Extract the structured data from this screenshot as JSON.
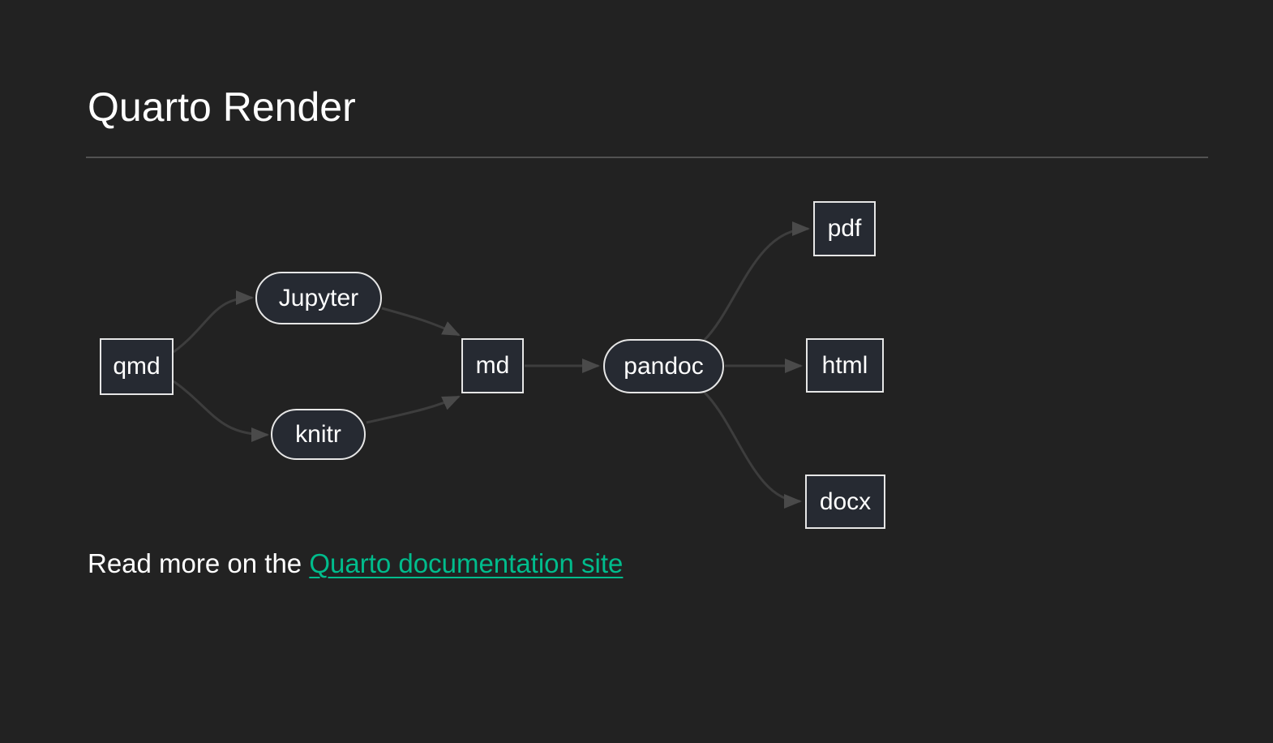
{
  "page": {
    "title": "Quarto Render"
  },
  "diagram": {
    "type": "flowchart-left-to-right",
    "nodes": [
      {
        "id": "qmd",
        "label": "qmd",
        "shape": "rect"
      },
      {
        "id": "jupyter",
        "label": "Jupyter",
        "shape": "stadium"
      },
      {
        "id": "knitr",
        "label": "knitr",
        "shape": "stadium"
      },
      {
        "id": "md",
        "label": "md",
        "shape": "rect"
      },
      {
        "id": "pandoc",
        "label": "pandoc",
        "shape": "stadium"
      },
      {
        "id": "pdf",
        "label": "pdf",
        "shape": "rect"
      },
      {
        "id": "html",
        "label": "html",
        "shape": "rect"
      },
      {
        "id": "docx",
        "label": "docx",
        "shape": "rect"
      }
    ],
    "edges": [
      {
        "from": "qmd",
        "to": "jupyter"
      },
      {
        "from": "qmd",
        "to": "knitr"
      },
      {
        "from": "jupyter",
        "to": "md"
      },
      {
        "from": "knitr",
        "to": "md"
      },
      {
        "from": "md",
        "to": "pandoc"
      },
      {
        "from": "pandoc",
        "to": "pdf"
      },
      {
        "from": "pandoc",
        "to": "html"
      },
      {
        "from": "pandoc",
        "to": "docx"
      }
    ]
  },
  "footer": {
    "prefix": "Read more on the ",
    "link_text": "Quarto documentation site"
  },
  "colors": {
    "background": "#222222",
    "text": "#ffffff",
    "link_accent": "#00bc8c",
    "node_fill": "#262a32",
    "node_border": "#e6e6e6",
    "edge_stroke": "#3d3d3d",
    "arrowhead_fill": "#4a4a4a",
    "rule": "rgba(255,255,255,0.22)"
  }
}
